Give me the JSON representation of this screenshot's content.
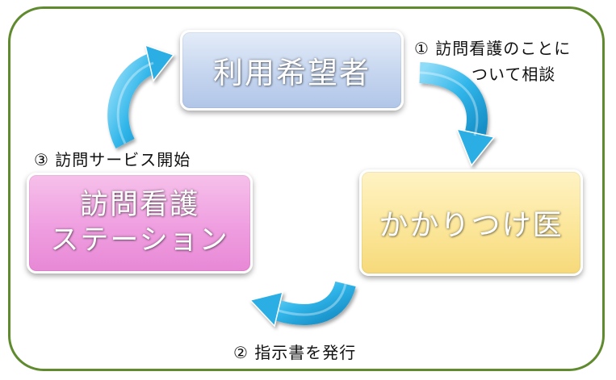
{
  "nodes": {
    "user": "利用希望者",
    "doctor": "かかりつけ医",
    "station_line1": "訪問看護",
    "station_line2": "ステーション"
  },
  "steps": {
    "step1_line1": "① 訪問看護のことに",
    "step1_line2": "ついて相談",
    "step2": "② 指示書を発行",
    "step3": "③ 訪問サービス開始"
  },
  "colors": {
    "frame": "#5f8a2e",
    "arrow": "#2fb3e8",
    "user_box": "#c5d5ef",
    "doctor_box": "#fbe69a",
    "station_box": "#ef9ee0"
  }
}
